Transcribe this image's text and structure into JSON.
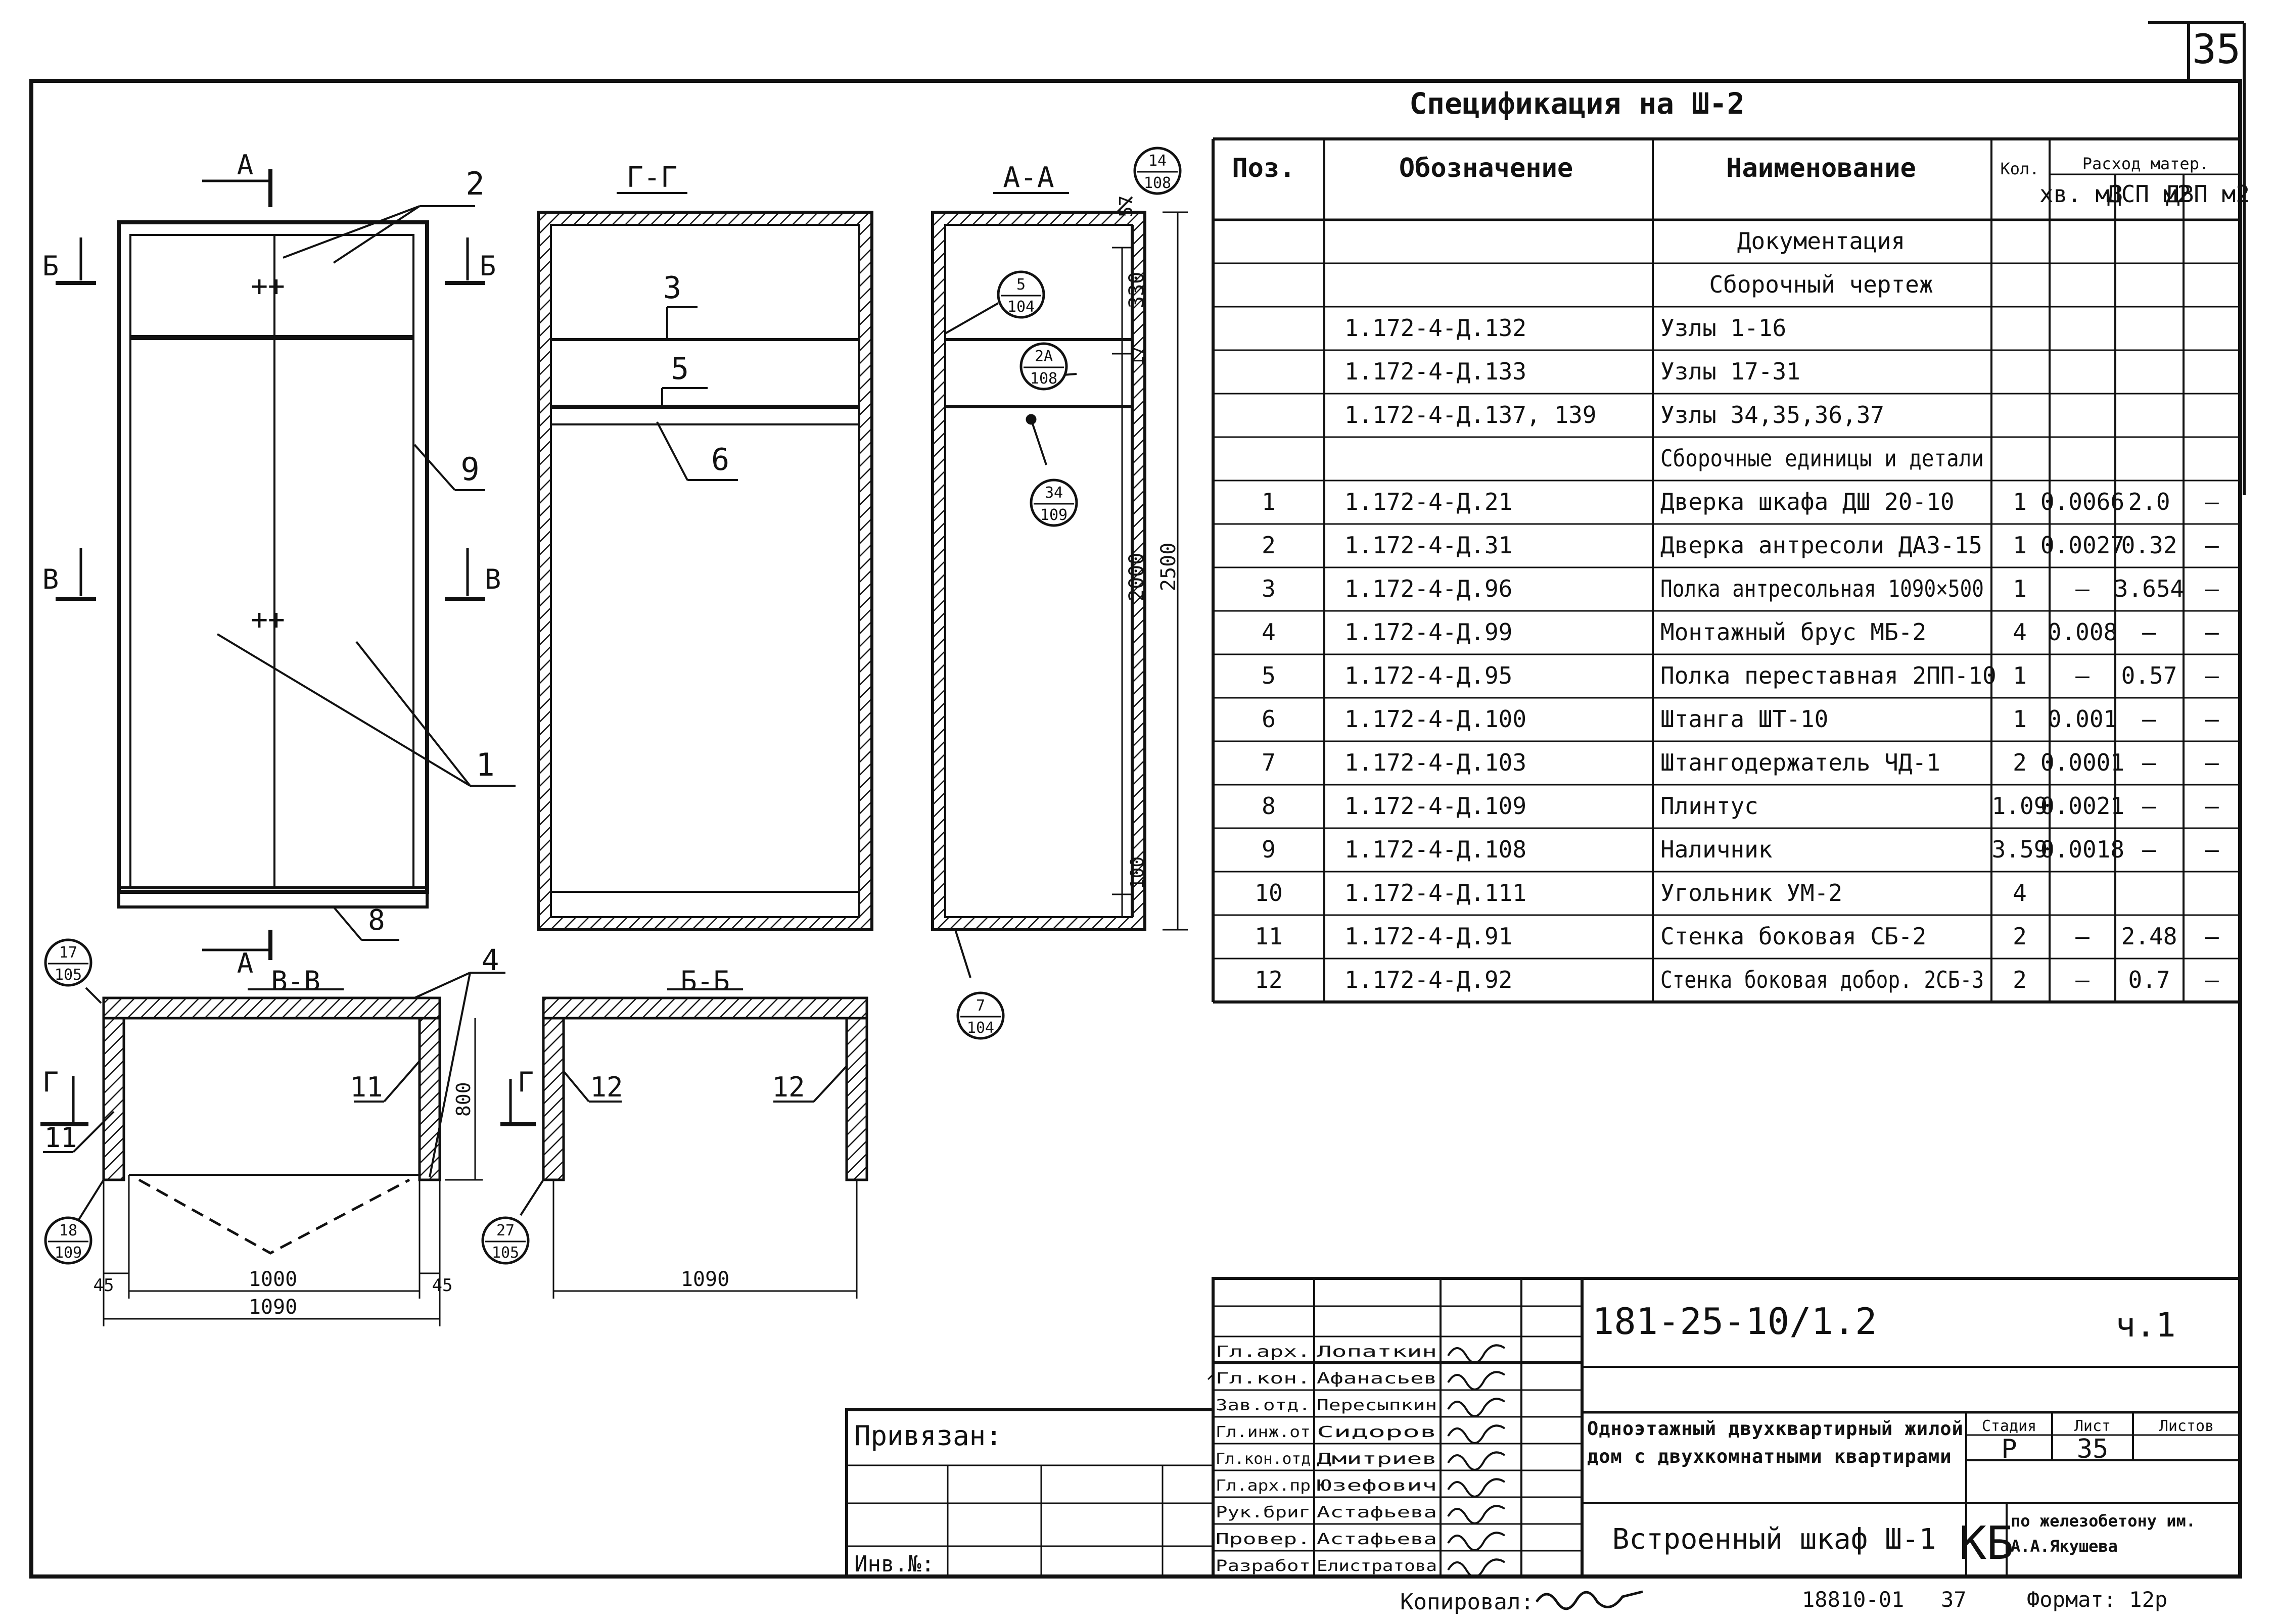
{
  "sheet_corner_number": "35",
  "spec": {
    "title": "Спецификация на Ш-2",
    "headers": {
      "pos": "Поз.",
      "designation": "Обозначение",
      "name": "Наименование",
      "qty": "Кол.",
      "consumption": "Расход матер.",
      "hv": "хв. м3",
      "dsp": "ДСП м2",
      "dvp": "ДВП м2"
    },
    "rows": [
      {
        "pos": "",
        "des": "",
        "name": "Документация",
        "qty": "",
        "hv": "",
        "dsp": "",
        "dvp": ""
      },
      {
        "pos": "",
        "des": "",
        "name": "Сборочный чертеж",
        "qty": "",
        "hv": "",
        "dsp": "",
        "dvp": ""
      },
      {
        "pos": "",
        "des": "1.172-4-Д.132",
        "name": "Узлы 1-16",
        "qty": "",
        "hv": "",
        "dsp": "",
        "dvp": ""
      },
      {
        "pos": "",
        "des": "1.172-4-Д.133",
        "name": "Узлы 17-31",
        "qty": "",
        "hv": "",
        "dsp": "",
        "dvp": ""
      },
      {
        "pos": "",
        "des": "1.172-4-Д.137, 139",
        "name": "Узлы 34,35,36,37",
        "qty": "",
        "hv": "",
        "dsp": "",
        "dvp": ""
      },
      {
        "pos": "",
        "des": "",
        "name": "Сборочные единицы и детали",
        "qty": "",
        "hv": "",
        "dsp": "",
        "dvp": ""
      },
      {
        "pos": "1",
        "des": "1.172-4-Д.21",
        "name": "Дверка шкафа ДШ 20-10",
        "qty": "1",
        "hv": "0.0066",
        "dsp": "2.0",
        "dvp": "—"
      },
      {
        "pos": "2",
        "des": "1.172-4-Д.31",
        "name": "Дверка антресоли ДА3-15",
        "qty": "1",
        "hv": "0.0027",
        "dsp": "0.32",
        "dvp": "—"
      },
      {
        "pos": "3",
        "des": "1.172-4-Д.96",
        "name": "Полка антресольная 1090×500",
        "qty": "1",
        "hv": "—",
        "dsp": "3.654",
        "dvp": "—"
      },
      {
        "pos": "4",
        "des": "1.172-4-Д.99",
        "name": "Монтажный брус МБ-2",
        "qty": "4",
        "hv": "0.008",
        "dsp": "—",
        "dvp": "—"
      },
      {
        "pos": "5",
        "des": "1.172-4-Д.95",
        "name": "Полка переставная 2ПП-10",
        "qty": "1",
        "hv": "—",
        "dsp": "0.57",
        "dvp": "—"
      },
      {
        "pos": "6",
        "des": "1.172-4-Д.100",
        "name": "Штанга ШТ-10",
        "qty": "1",
        "hv": "0.001",
        "dsp": "—",
        "dvp": "—"
      },
      {
        "pos": "7",
        "des": "1.172-4-Д.103",
        "name": "Штангодержатель ЧД-1",
        "qty": "2",
        "hv": "0.0001",
        "dsp": "—",
        "dvp": "—"
      },
      {
        "pos": "8",
        "des": "1.172-4-Д.109",
        "name": "Плинтус",
        "qty": "1.09",
        "hv": "0.0021",
        "dsp": "—",
        "dvp": "—"
      },
      {
        "pos": "9",
        "des": "1.172-4-Д.108",
        "name": "Наличник",
        "qty": "3.59",
        "hv": "0.0018",
        "dsp": "—",
        "dvp": "—"
      },
      {
        "pos": "10",
        "des": "1.172-4-Д.111",
        "name": "Угольник УМ-2",
        "qty": "4",
        "hv": "",
        "dsp": "",
        "dvp": ""
      },
      {
        "pos": "11",
        "des": "1.172-4-Д.91",
        "name": "Стенка боковая СБ-2",
        "qty": "2",
        "hv": "—",
        "dsp": "2.48",
        "dvp": "—"
      },
      {
        "pos": "12",
        "des": "1.172-4-Д.92",
        "name": "Стенка боковая добор. 2СБ-3",
        "qty": "2",
        "hv": "—",
        "dsp": "0.7",
        "dvp": "—"
      }
    ]
  },
  "drawing": {
    "front_view": {
      "section_marks": [
        "А",
        "А",
        "Б",
        "Б",
        "В",
        "В"
      ],
      "callouts": [
        "2",
        "9",
        "1",
        "8"
      ]
    },
    "section_gg": {
      "title": "Г-Г",
      "callouts": [
        "3",
        "5",
        "6"
      ]
    },
    "section_aa": {
      "title": "А-А",
      "dims": [
        "57",
        "330",
        "17",
        "2000",
        "2500",
        "100"
      ],
      "bubbles": [
        {
          "top": "14",
          "bottom": "108"
        },
        {
          "top": "5",
          "bottom": "104"
        },
        {
          "top": "2А",
          "bottom": "108"
        },
        {
          "top": "34",
          "bottom": "109"
        },
        {
          "top": "7",
          "bottom": "104"
        }
      ]
    },
    "section_vv": {
      "title": "В-В",
      "callouts": [
        "4",
        "11",
        "11"
      ],
      "dims": [
        "800",
        "1000",
        "45",
        "45",
        "1090"
      ],
      "bubbles": [
        {
          "top": "17",
          "bottom": "105"
        },
        {
          "top": "18",
          "bottom": "109"
        }
      ],
      "mark": "Г"
    },
    "section_bb": {
      "title": "Б-Б",
      "callouts": [
        "12",
        "12"
      ],
      "dims": [
        "1090"
      ],
      "bubbles": [
        {
          "top": "27",
          "bottom": "105"
        }
      ],
      "mark": "Г"
    }
  },
  "stamp": {
    "code": "181-25-10/1.2",
    "part": "ч.1",
    "linked": "Привязан:",
    "inv": "Инв.№:",
    "project": "Одноэтажный двухквартирный жилой дом с двухкомнатными квартирами",
    "stage_hdr": "Стадия",
    "sheet_hdr": "Лист",
    "sheets_hdr": "Листов",
    "stage": "Р",
    "sheet": "35",
    "sheets": "",
    "sheet_title": "Встроенный шкаф Ш-1",
    "org_logo": "КБ",
    "org": "по железобетону им. А.А.Якушева",
    "people": [
      {
        "role": "Гл.арх.",
        "name": "Лопаткин"
      },
      {
        "role": "Гл.кон.",
        "name": "Афанасьев"
      },
      {
        "role": "Зав.отд.",
        "name": "Пересыпкин"
      },
      {
        "role": "Гл.инж.от",
        "name": "Сидоров"
      },
      {
        "role": "Гл.кон.отд",
        "name": "Дмитриев"
      },
      {
        "role": "Гл.арх.пр",
        "name": "Юзефович"
      },
      {
        "role": "Рук.бриг",
        "name": "Астафьева"
      },
      {
        "role": "Провер.",
        "name": "Астафьева"
      },
      {
        "role": "Разработ",
        "name": "Елистратова"
      }
    ]
  },
  "footer": {
    "copied": "Копировал:",
    "num": "18810-01",
    "page": "37",
    "format": "Формат: 12р"
  }
}
